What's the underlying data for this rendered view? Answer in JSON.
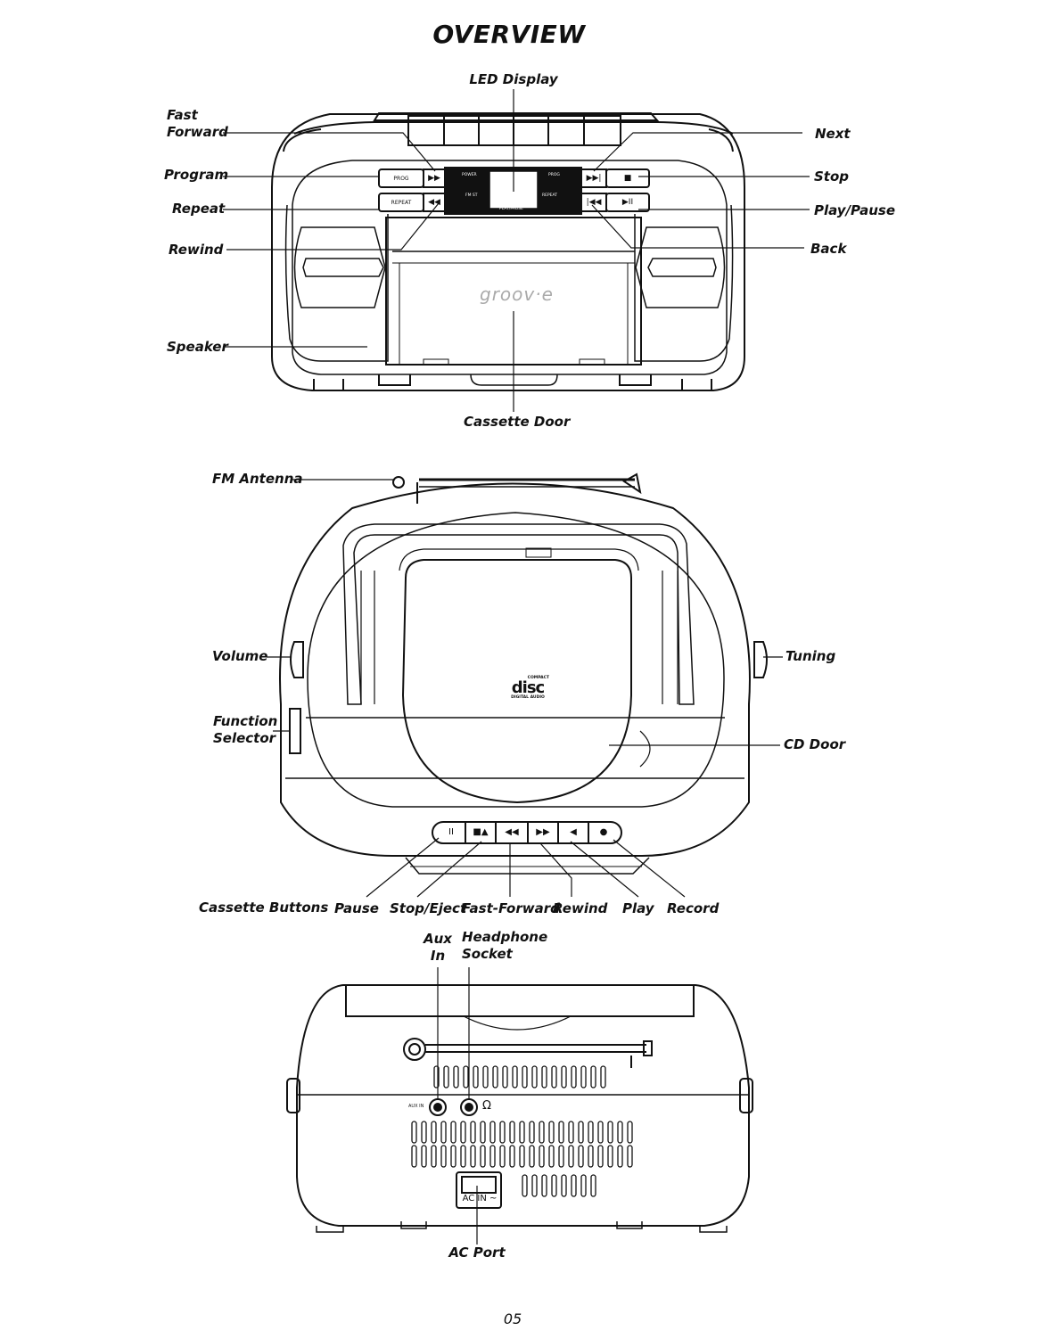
{
  "page": {
    "title": "OVERVIEW",
    "page_number": "05"
  },
  "front_view": {
    "labels": {
      "led_display": "LED Display",
      "fast_forward_1": "Fast",
      "fast_forward_2": "Forward",
      "program": "Program",
      "repeat": "Repeat",
      "rewind": "Rewind",
      "speaker": "Speaker",
      "cassette_door": "Cassette Door",
      "next": "Next",
      "stop": "Stop",
      "play_pause": "Play/Pause",
      "back": "Back"
    },
    "panel_text": {
      "prog_button": "PROG",
      "repeat_button": "REPEAT",
      "power": "POWER",
      "fm_st": "FM ST",
      "prog": "PROG",
      "repeat": "REPEAT",
      "play_pause": "PLAY/PAUSE",
      "brand": "groov·e"
    },
    "icons": [
      "fast-forward-icon",
      "rewind-icon",
      "next-track-icon",
      "previous-track-icon",
      "stop-icon",
      "play-pause-icon"
    ]
  },
  "top_view": {
    "labels": {
      "fm_antenna": "FM Antenna",
      "volume": "Volume",
      "function_selector_1": "Function",
      "function_selector_2": "Selector",
      "tuning": "Tuning",
      "cd_door": "CD Door",
      "cassette_buttons": "Cassette Buttons",
      "pause": "Pause",
      "stop_eject": "Stop/Eject",
      "fast_forward": "Fast-Forward",
      "rewind": "Rewind",
      "play": "Play",
      "record": "Record"
    },
    "logo_text": {
      "line1": "COMPACT",
      "line2": "disc",
      "line3": "DIGITAL AUDIO"
    },
    "icons": [
      "pause-icon",
      "stop-eject-icon",
      "rewind-icon",
      "fast-forward-icon",
      "play-icon",
      "record-icon"
    ]
  },
  "back_view": {
    "labels": {
      "aux_in_1": "Aux",
      "aux_in_2": "In",
      "headphone_1": "Headphone",
      "headphone_2": "Socket",
      "ac_port": "AC Port"
    },
    "panel_text": {
      "aux_in": "AUX IN",
      "ac_in": "AC IN ~"
    },
    "icons": [
      "headphone-icon"
    ]
  }
}
